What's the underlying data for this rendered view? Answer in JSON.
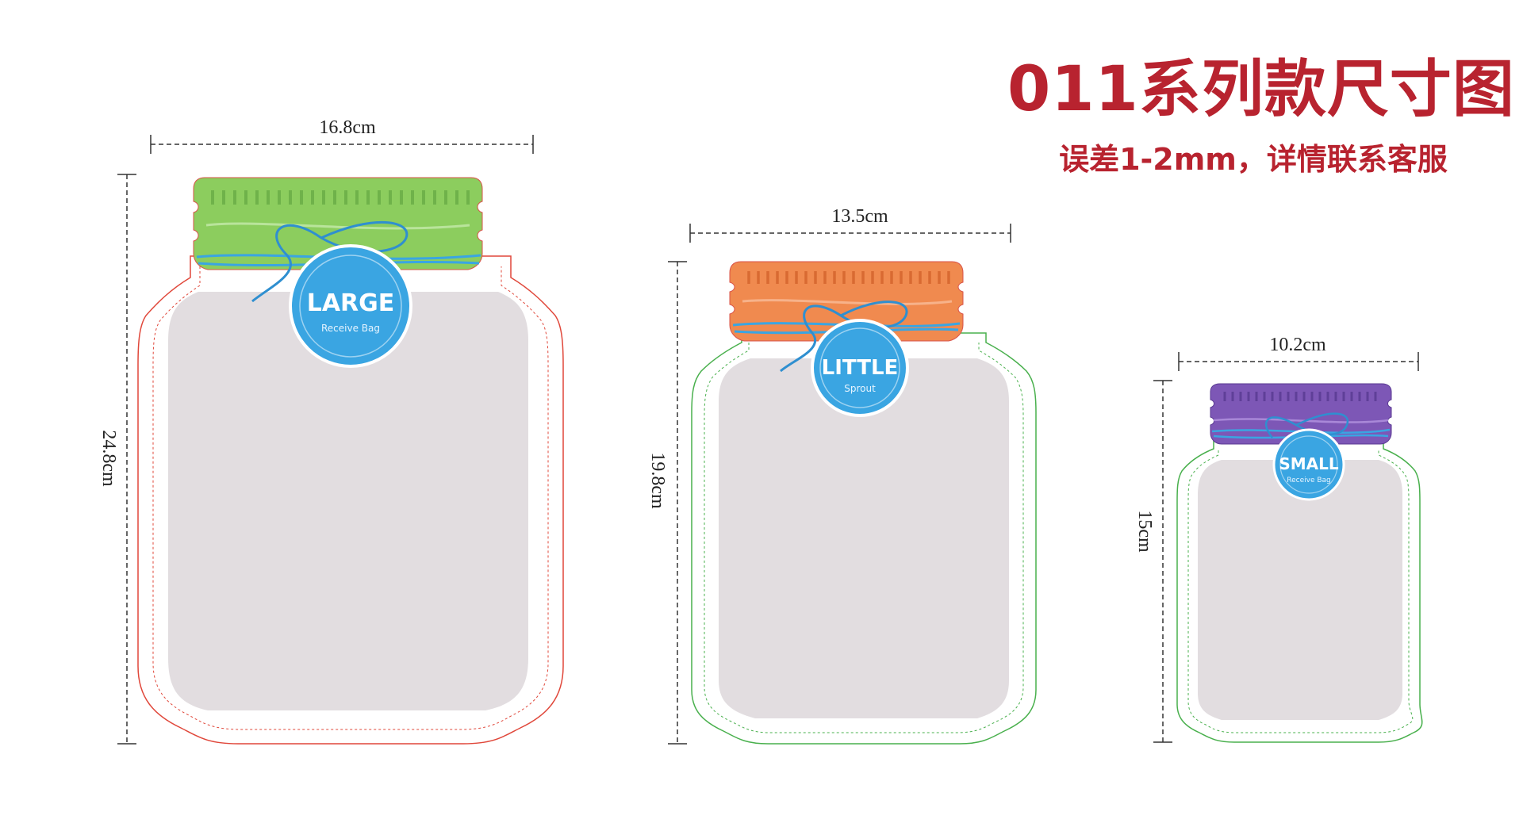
{
  "header": {
    "title": "011系列款尺寸图",
    "subtitle": "误差1-2mm，详情联系客服"
  },
  "colors": {
    "title": "#b8232f",
    "large_lid": "#8ccd5e",
    "little_lid": "#f08a4f",
    "small_lid": "#7d57b6",
    "tag": "#3aa5e2",
    "body": "#e2dde0"
  },
  "jars": {
    "large": {
      "width": "16.8cm",
      "height": "24.8cm",
      "tag_label": "LARGE",
      "tag_sub": "Receive Bag"
    },
    "little": {
      "width": "13.5cm",
      "height": "19.8cm",
      "tag_label": "LITTLE",
      "tag_sub": "Sprout"
    },
    "small": {
      "width": "10.2cm",
      "height": "15cm",
      "tag_label": "SMALL",
      "tag_sub": "Receive Bag"
    }
  }
}
